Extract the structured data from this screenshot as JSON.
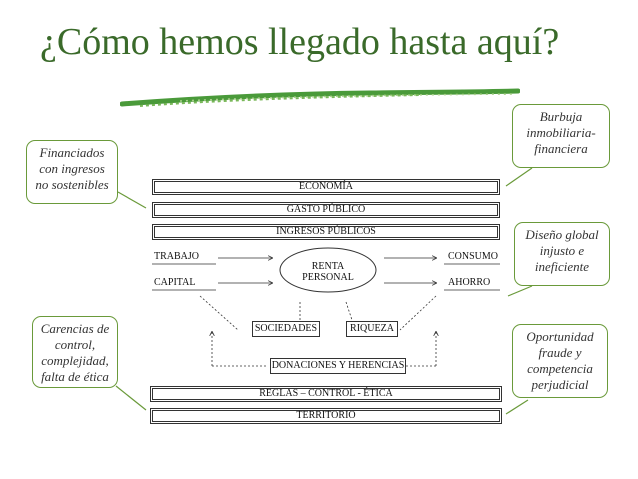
{
  "title": "¿Cómo hemos llegado hasta aquí?",
  "callouts": {
    "left_top": [
      "Financiados",
      "con ingresos",
      "no sostenibles"
    ],
    "left_bottom": [
      "Carencias de",
      "control,",
      "complejidad,",
      "falta de ética"
    ],
    "right_1": [
      "Burbuja",
      "inmobiliaria-",
      "financiera"
    ],
    "right_2": [
      "Diseño global",
      "injusto e",
      "ineficiente"
    ],
    "right_3": [
      "Oportunidad",
      "fraude y",
      "competencia",
      "perjudicial"
    ]
  },
  "diagram": {
    "economia": "ECONOMÍA",
    "gasto_publico": "GASTO PÚBLICO",
    "ingresos_publicos": "INGRESOS PÚBLICOS",
    "trabajo": "TRABAJO",
    "capital": "CAPITAL",
    "renta_personal": [
      "RENTA",
      "PERSONAL"
    ],
    "consumo": "CONSUMO",
    "ahorro": "AHORRO",
    "sociedades": "SOCIEDADES",
    "riqueza": "RIQUEZA",
    "donaciones": "DONACIONES Y HERENCIAS",
    "reglas": "REGLAS – CONTROL - ÉTICA",
    "territorio": "TERRITORIO"
  },
  "colors": {
    "title": "#3a6a2a",
    "callout_border": "#6a9a3a",
    "brush": "#4a9a3a"
  }
}
